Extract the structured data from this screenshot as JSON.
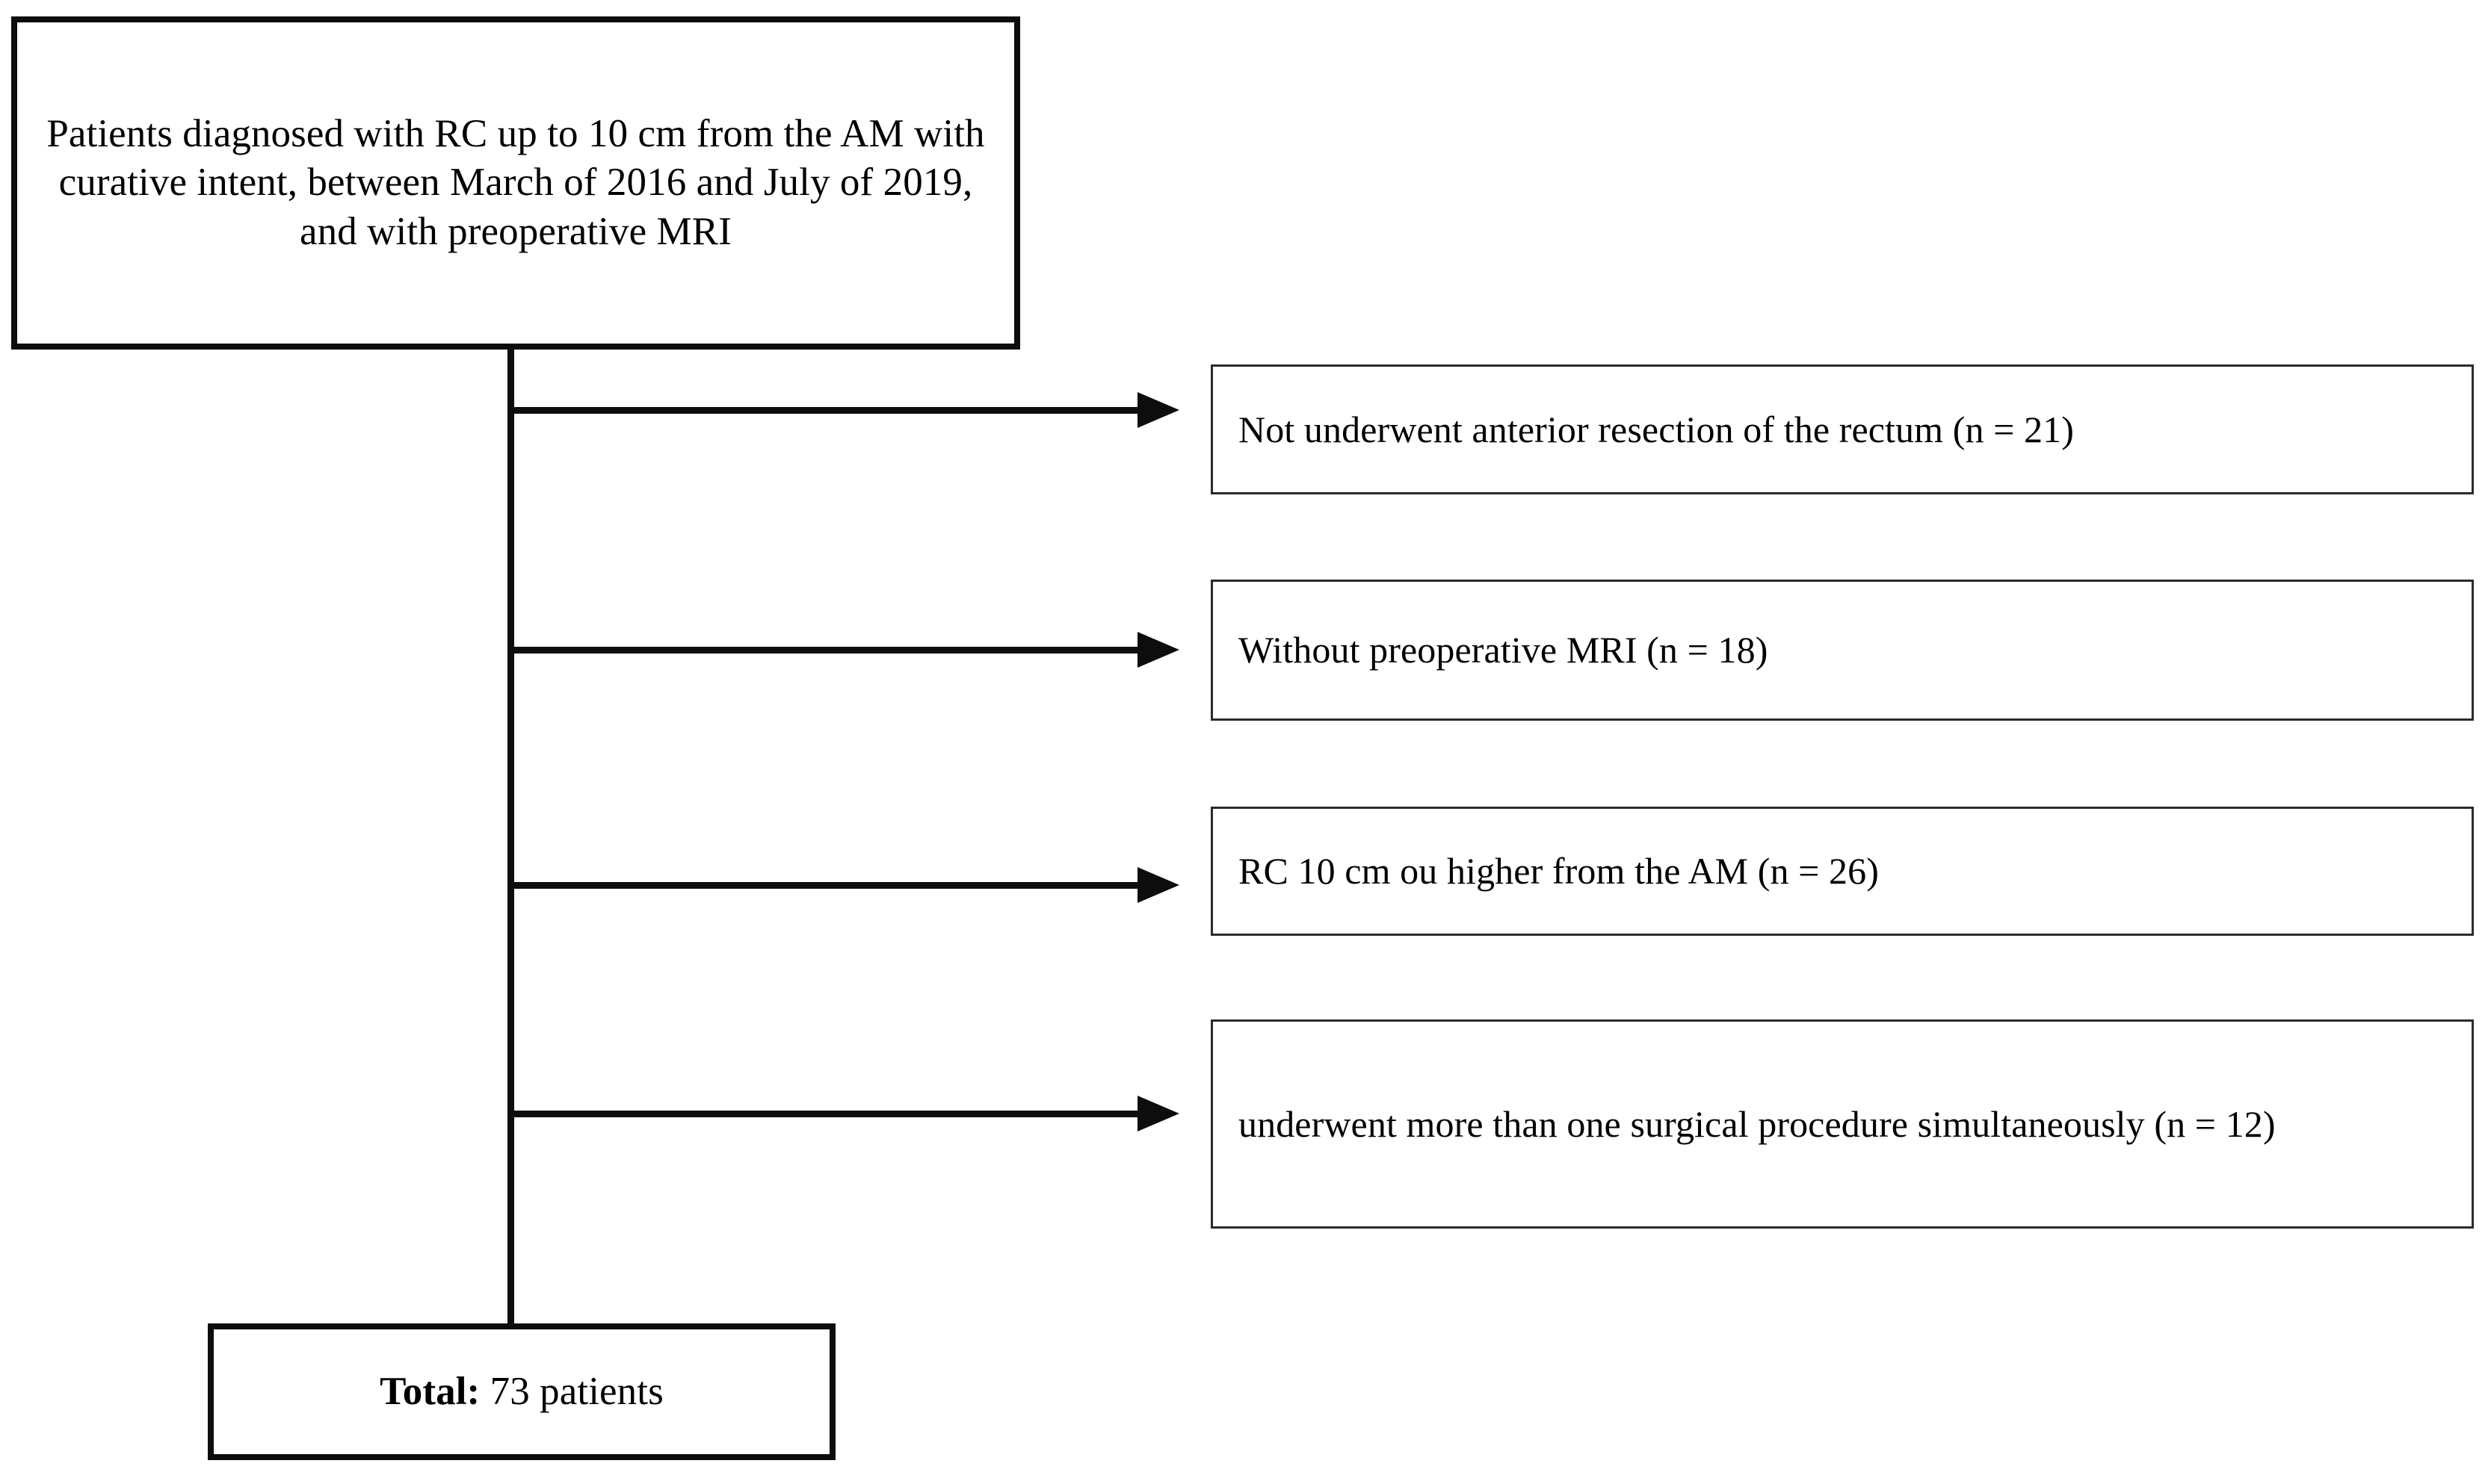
{
  "diagram": {
    "type": "patient-selection-flowchart",
    "orientation": "vertical-with-right-exclusions",
    "colors": {
      "stroke": "#0d0d0d",
      "thin_stroke": "#2b2b2b",
      "background": "#ffffff",
      "text": "#000000"
    },
    "source_node": {
      "text": "Patients diagnosed with RC up to 10 cm from the AM with curative intent, between March of 2016 and July of 2019, and with preoperative MRI"
    },
    "exclusions": [
      {
        "id": "exclusion-1",
        "text": "Not underwent anterior resection of the rectum (n = 21)",
        "count": 21,
        "reason": "Not underwent anterior resection of the rectum",
        "arrow_name": "exclusion-arrow-1"
      },
      {
        "id": "exclusion-2",
        "text": "Without preoperative MRI (n = 18)",
        "count": 18,
        "reason": "Without preoperative MRI",
        "arrow_name": "exclusion-arrow-2"
      },
      {
        "id": "exclusion-3",
        "text": "RC 10 cm ou higher from the AM (n = 26)",
        "count": 26,
        "reason": "RC 10 cm ou higher from the AM",
        "arrow_name": "exclusion-arrow-3"
      },
      {
        "id": "exclusion-4",
        "text": "underwent more than one surgical procedure simultaneously (n = 12)",
        "count": 12,
        "reason": "underwent more than one surgical procedure simultaneously",
        "arrow_name": "exclusion-arrow-4"
      }
    ],
    "total_node": {
      "label": "Total:",
      "value": " 73 patients",
      "count": 73
    }
  }
}
